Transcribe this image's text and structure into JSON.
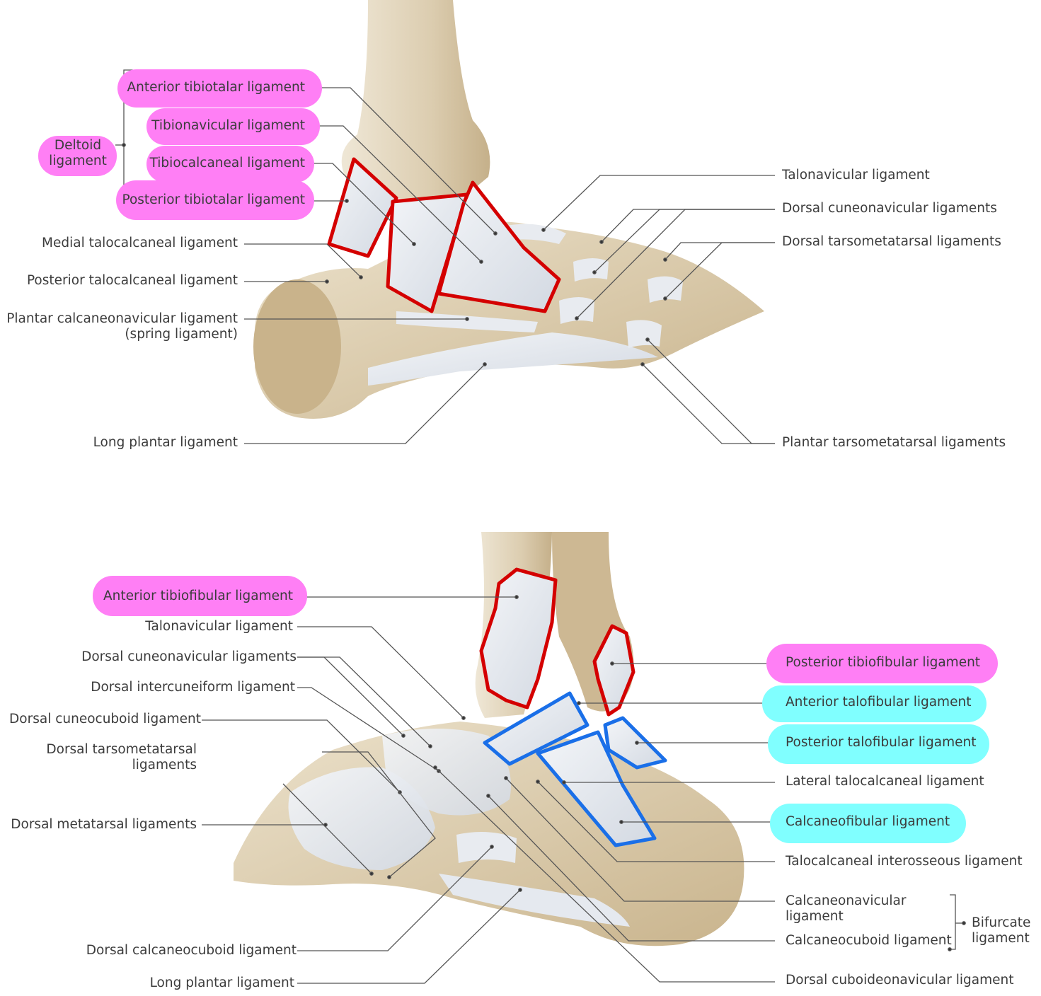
{
  "colors": {
    "highlight_pink": "#ff7ff5",
    "highlight_cyan": "#80ffff",
    "outline_red": "#d40000",
    "outline_blue": "#1a6fe8",
    "bone": "#d9c9a8",
    "ligament": "#e3e7ee",
    "leader": "#555555"
  },
  "medial_view": {
    "deltoid_group": "Deltoid\nligament",
    "labels_left": [
      "Anterior tibiotalar ligament",
      "Tibionavicular ligament",
      "Tibiocalcaneal ligament",
      "Posterior tibiotalar ligament",
      "Medial talocalcaneal ligament",
      "Posterior talocalcaneal ligament",
      "Plantar calcaneonavicular ligament\n(spring ligament)",
      "Long plantar ligament"
    ],
    "labels_right": [
      "Talonavicular ligament",
      "Dorsal cuneonavicular ligaments",
      "Dorsal tarsometatarsal ligaments",
      "Plantar tarsometatarsal ligaments"
    ]
  },
  "lateral_view": {
    "labels_left": [
      "Anterior tibiofibular ligament",
      "Talonavicular ligament",
      "Dorsal cuneonavicular ligaments",
      "Dorsal intercuneiform ligament",
      "Dorsal cuneocuboid ligament",
      "Dorsal tarsometatarsal\nligaments",
      "Dorsal metatarsal ligaments",
      "Dorsal calcaneocuboid ligament",
      "Long plantar ligament"
    ],
    "labels_right": [
      "Posterior tibiofibular ligament",
      "Anterior talofibular ligament",
      "Posterior talofibular ligament",
      "Lateral talocalcaneal ligament",
      "Calcaneofibular ligament",
      "Talocalcaneal interosseous ligament",
      "Calcaneonavicular\nligament",
      "Calcaneocuboid ligament",
      "Dorsal cuboideonavicular ligament"
    ],
    "bifurcate_group": "Bifurcate\nligament"
  }
}
